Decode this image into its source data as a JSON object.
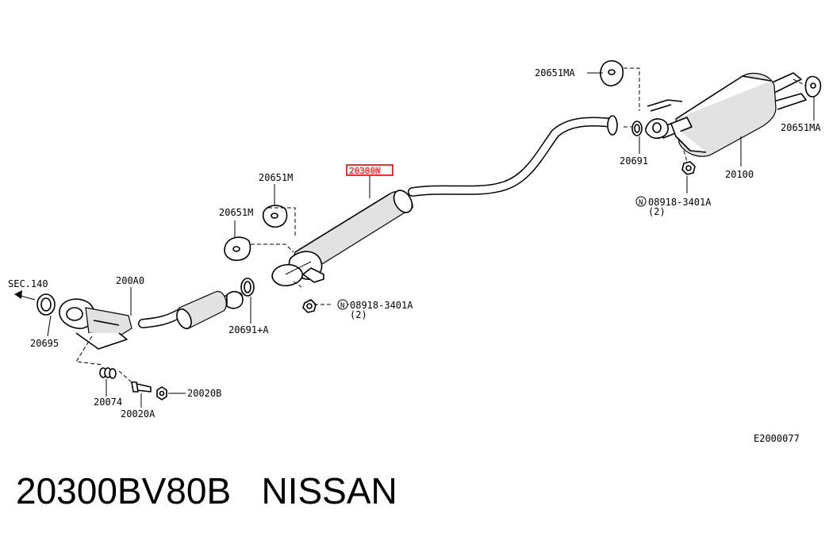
{
  "diagram": {
    "labels": {
      "sec140": "SEC.140",
      "p20695": "20695",
      "p200a0": "200A0",
      "p20074": "20074",
      "p20020a": "20020A",
      "p20020b": "20020B",
      "p20691a": "20691+A",
      "p20651m_1": "20651M",
      "p20651m_2": "20651M",
      "p20300n": "20300N",
      "nut_a_part": "08918-3401A",
      "nut_a_qty": "(2)",
      "nut_b_part": "08918-3401A",
      "nut_b_qty": "(2)",
      "p20651ma_1": "20651MA",
      "p20651ma_2": "20651MA",
      "p20691": "20691",
      "p20100": "20100",
      "n_symbol": "N",
      "ref_code": "E2000077"
    },
    "highlight_color": "#e00000"
  },
  "footer": {
    "part_number": "20300BV80B",
    "brand": "NISSAN"
  }
}
